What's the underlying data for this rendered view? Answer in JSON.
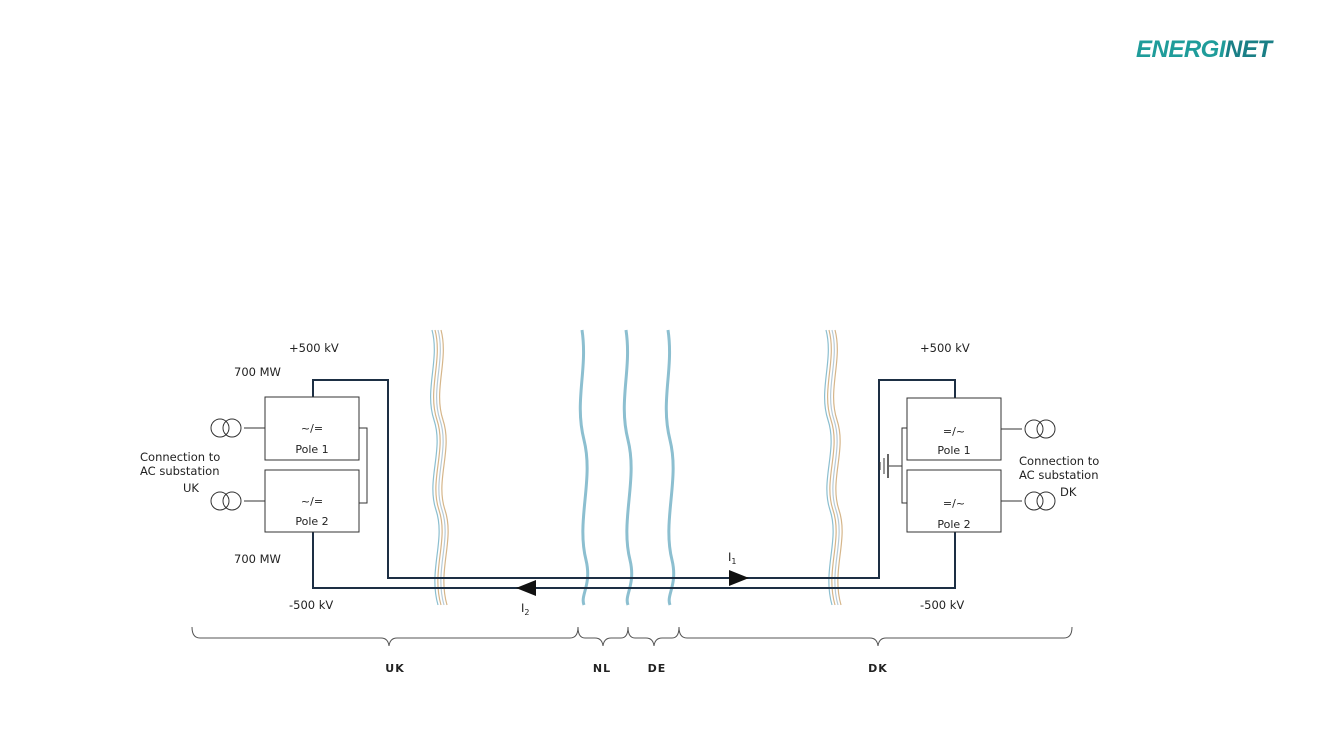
{
  "brand": {
    "part1": "ENERGI",
    "part2": "NET"
  },
  "colors": {
    "brand": "#1f9c9a",
    "line": "#1d2f44",
    "river": "#8cbfd0",
    "cable": "#d6b68a"
  },
  "uk": {
    "voltage_pos": "+500 kV",
    "voltage_neg": "-500 kV",
    "power_top": "700 MW",
    "power_bottom": "700 MW",
    "connection_line1": "Connection to",
    "connection_line2": "AC substation",
    "connection_line3": "UK",
    "pole1_symbol": "~/=",
    "pole1_label": "Pole 1",
    "pole2_symbol": "~/=",
    "pole2_label": "Pole 2"
  },
  "dk": {
    "voltage_pos": "+500 kV",
    "voltage_neg": "-500 kV",
    "connection_line1": "Connection to",
    "connection_line2": "AC substation",
    "connection_line3": "DK",
    "pole1_symbol": "=/~",
    "pole1_label": "Pole 1",
    "pole2_symbol": "=/~",
    "pole2_label": "Pole 2"
  },
  "currents": {
    "i1": "I",
    "i1_sub": "1",
    "i2": "I",
    "i2_sub": "2"
  },
  "countries": [
    "UK",
    "NL",
    "DE",
    "DK"
  ]
}
